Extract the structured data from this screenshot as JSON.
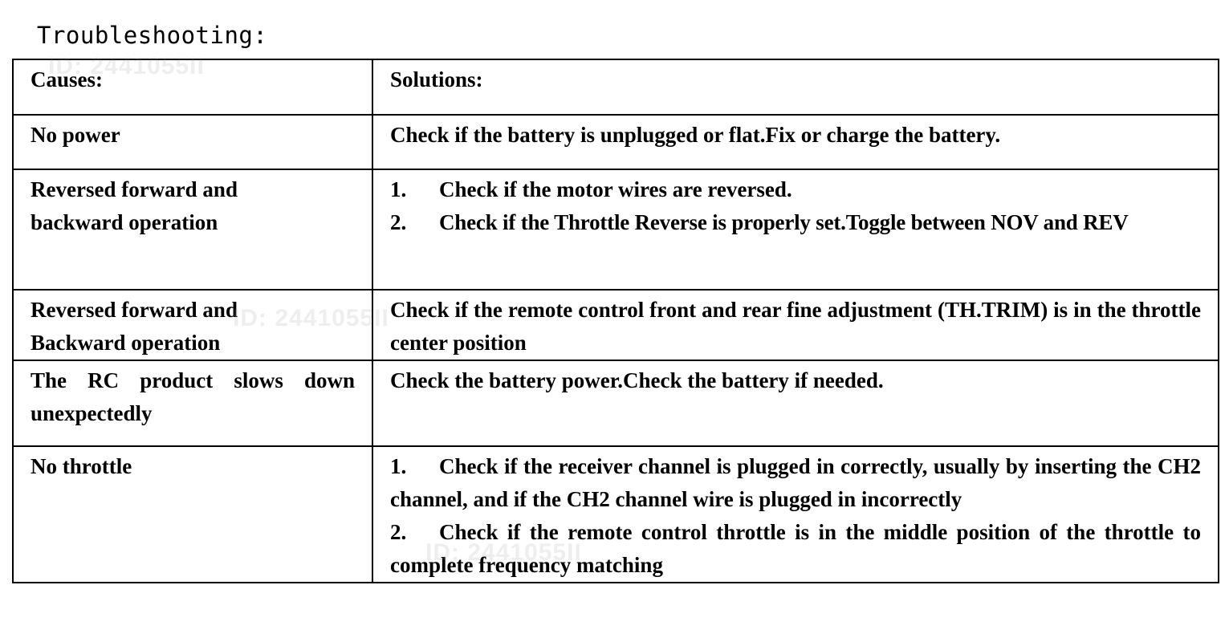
{
  "title": "Troubleshooting:",
  "headers": {
    "cause": "Causes:",
    "solution": "Solutions:"
  },
  "rows": [
    {
      "cause": "No power",
      "solution": "Check if the battery is unplugged or flat.Fix or charge the battery."
    },
    {
      "cause": "Reversed forward and backward operation",
      "steps": [
        {
          "num": "1.",
          "text": "Check if the motor wires are reversed."
        },
        {
          "num": "2.",
          "text": "Check if the Throttle Reverse is properly set.Toggle between NOV and REV"
        }
      ]
    },
    {
      "cause": "Reversed forward and Backward operation",
      "solution": "Check if the remote control front and rear fine adjustment (TH.TRIM) is in the throttle center position"
    },
    {
      "cause": "The RC product slows down unexpectedly",
      "solution": "Check the battery power.Check the battery if needed."
    },
    {
      "cause": "No throttle",
      "steps": [
        {
          "num": "1.",
          "text": "Check if the receiver channel is plugged in correctly, usually by inserting the CH2 channel, and if the CH2 channel wire is plugged in incorrectly"
        },
        {
          "num": "2.",
          "text": "Check if the remote control throttle is in the middle position of the throttle to complete frequency matching"
        }
      ]
    }
  ],
  "watermark": "ID: 2441055II"
}
